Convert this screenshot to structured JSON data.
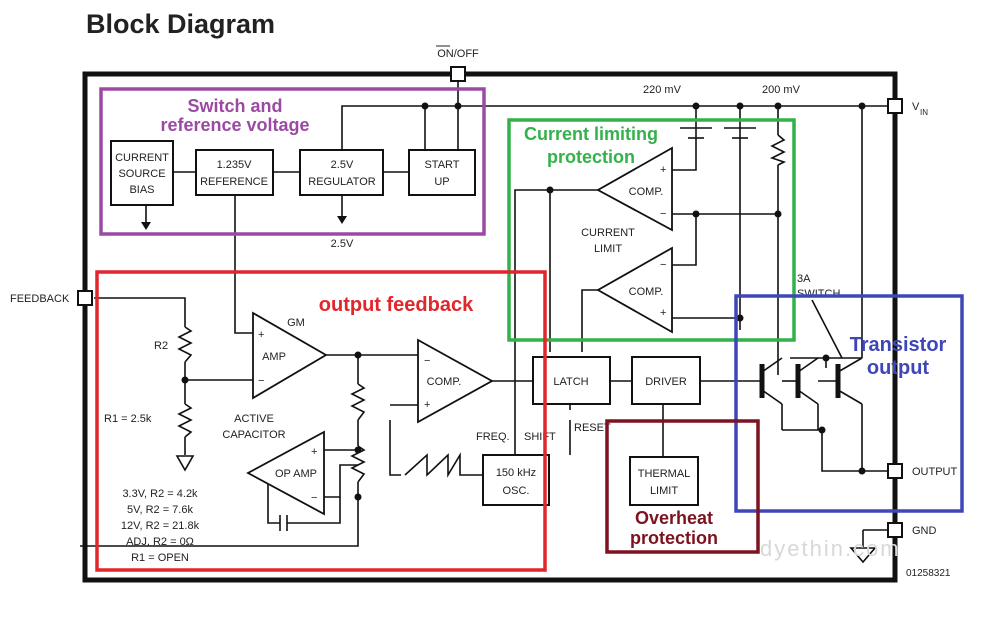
{
  "title": "Block Diagram",
  "pins": {
    "on_off": "ON/OFF",
    "vin": "V",
    "vin_sub": "IN",
    "feedback": "FEEDBACK",
    "output": "OUTPUT",
    "gnd": "GND"
  },
  "blocks": {
    "current_source": [
      "CURRENT",
      "SOURCE",
      "BIAS"
    ],
    "reference": [
      "1.235V",
      "REFERENCE"
    ],
    "regulator": [
      "2.5V",
      "REGULATOR"
    ],
    "start_up": [
      "START",
      "UP"
    ],
    "latch": "LATCH",
    "driver": "DRIVER",
    "thermal": [
      "THERMAL",
      "LIMIT"
    ],
    "osc": [
      "150 kHz",
      "OSC."
    ]
  },
  "amps": {
    "comp_top": "COMP.",
    "comp_mid": "COMP.",
    "comp_main": "COMP.",
    "gm_amp": "AMP",
    "gm": "GM",
    "op_amp": "OP AMP"
  },
  "labels": {
    "v220": "220 mV",
    "v200": "200 mV",
    "v25": "2.5V",
    "current_limit": [
      "CURRENT",
      "LIMIT"
    ],
    "switch": [
      "3A",
      "SWITCH"
    ],
    "active_cap": [
      "ACTIVE",
      "CAPACITOR"
    ],
    "r2": "R2",
    "r1": "R1 = 2.5k",
    "freq": "FREQ.",
    "shift": "SHIFT",
    "reset": "RESET",
    "table": [
      "3.3V, R2 = 4.2k",
      "5V, R2 = 7.6k",
      "12V, R2 = 21.8k",
      "ADJ, R2 = 0Ω",
      "R1 = OPEN"
    ],
    "code": "01258321",
    "watermark": "dyethin.com",
    "plus": "+",
    "minus": "−"
  },
  "annotations": {
    "switch_ref": [
      "Switch and",
      "reference voltage"
    ],
    "current_limiting": [
      "Current limiting",
      "protection"
    ],
    "output_feedback": "output feedback",
    "transistor": [
      "Transistor",
      "output"
    ],
    "overheat": [
      "Overheat",
      "protection"
    ]
  },
  "colors": {
    "purple": "#9b4aa3",
    "green": "#33b14a",
    "red": "#e1262c",
    "blue": "#3f47b8",
    "darkred": "#7d1220"
  }
}
